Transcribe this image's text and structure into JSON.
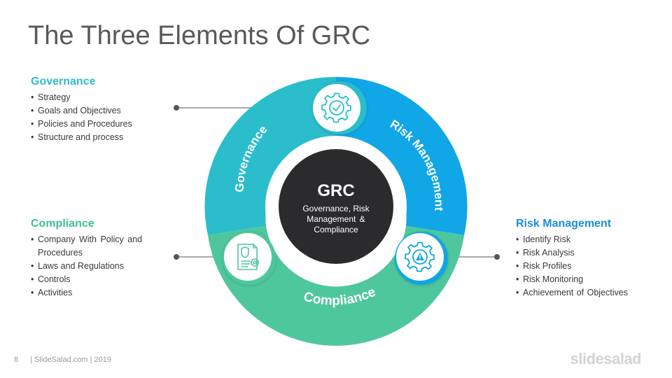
{
  "title": "The Three Elements Of GRC",
  "governance": {
    "heading": "Governance",
    "items": [
      "Strategy",
      "Goals and Objectives",
      "Policies and Procedures",
      "Structure and process"
    ]
  },
  "compliance": {
    "heading": "Compliance",
    "items": [
      "Company With Policy and Procedures",
      "Laws and Regulations",
      "Controls",
      "Activities"
    ]
  },
  "risk": {
    "heading": "Risk Management",
    "items": [
      "Identify Risk",
      "Risk Analysis",
      "Risk Profiles",
      "Risk Monitoring",
      "Achievement of Objectives"
    ]
  },
  "center": {
    "title": "GRC",
    "line1": "Governance, Risk",
    "line2": "Management &",
    "line3": "Compliance"
  },
  "ring_labels": {
    "governance": "Governance",
    "risk": "Risk Management",
    "compliance": "Compliance"
  },
  "icons": {
    "governance": "gear-check-icon",
    "compliance": "document-shield-icon",
    "risk": "gear-warning-icon"
  },
  "colors": {
    "governance": "#2bbdcc",
    "risk": "#11a6e6",
    "compliance": "#4fc79c",
    "center": "#2b2b2d"
  },
  "footer": {
    "page": "8",
    "text": "| SlideSalad.com | 2019"
  },
  "brand": "slidesalad"
}
